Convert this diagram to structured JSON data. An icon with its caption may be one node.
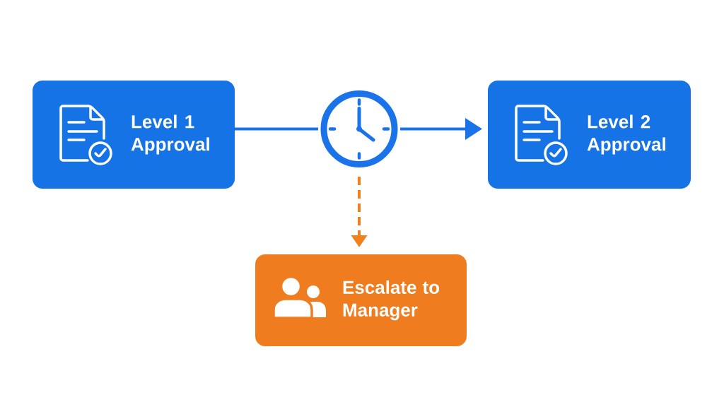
{
  "diagram": {
    "nodes": [
      {
        "text": [
          "Level 1 Approval"
        ]
      },
      {
        "text": [],
        "shape": "picture"
      },
      {
        "text": [
          "Level 2 Approval"
        ]
      },
      {
        "text": [
          "Escalate to Manager"
        ]
      }
    ],
    "edges": [
      {
        "from": 0,
        "to": 1,
        "arrow": "none"
      },
      {
        "from": 1,
        "to": 2,
        "arrow": "to"
      },
      {
        "from": 1,
        "to": 3,
        "arrow": "to",
        "style": "dashed",
        "color": "#f07f1e"
      }
    ]
  }
}
